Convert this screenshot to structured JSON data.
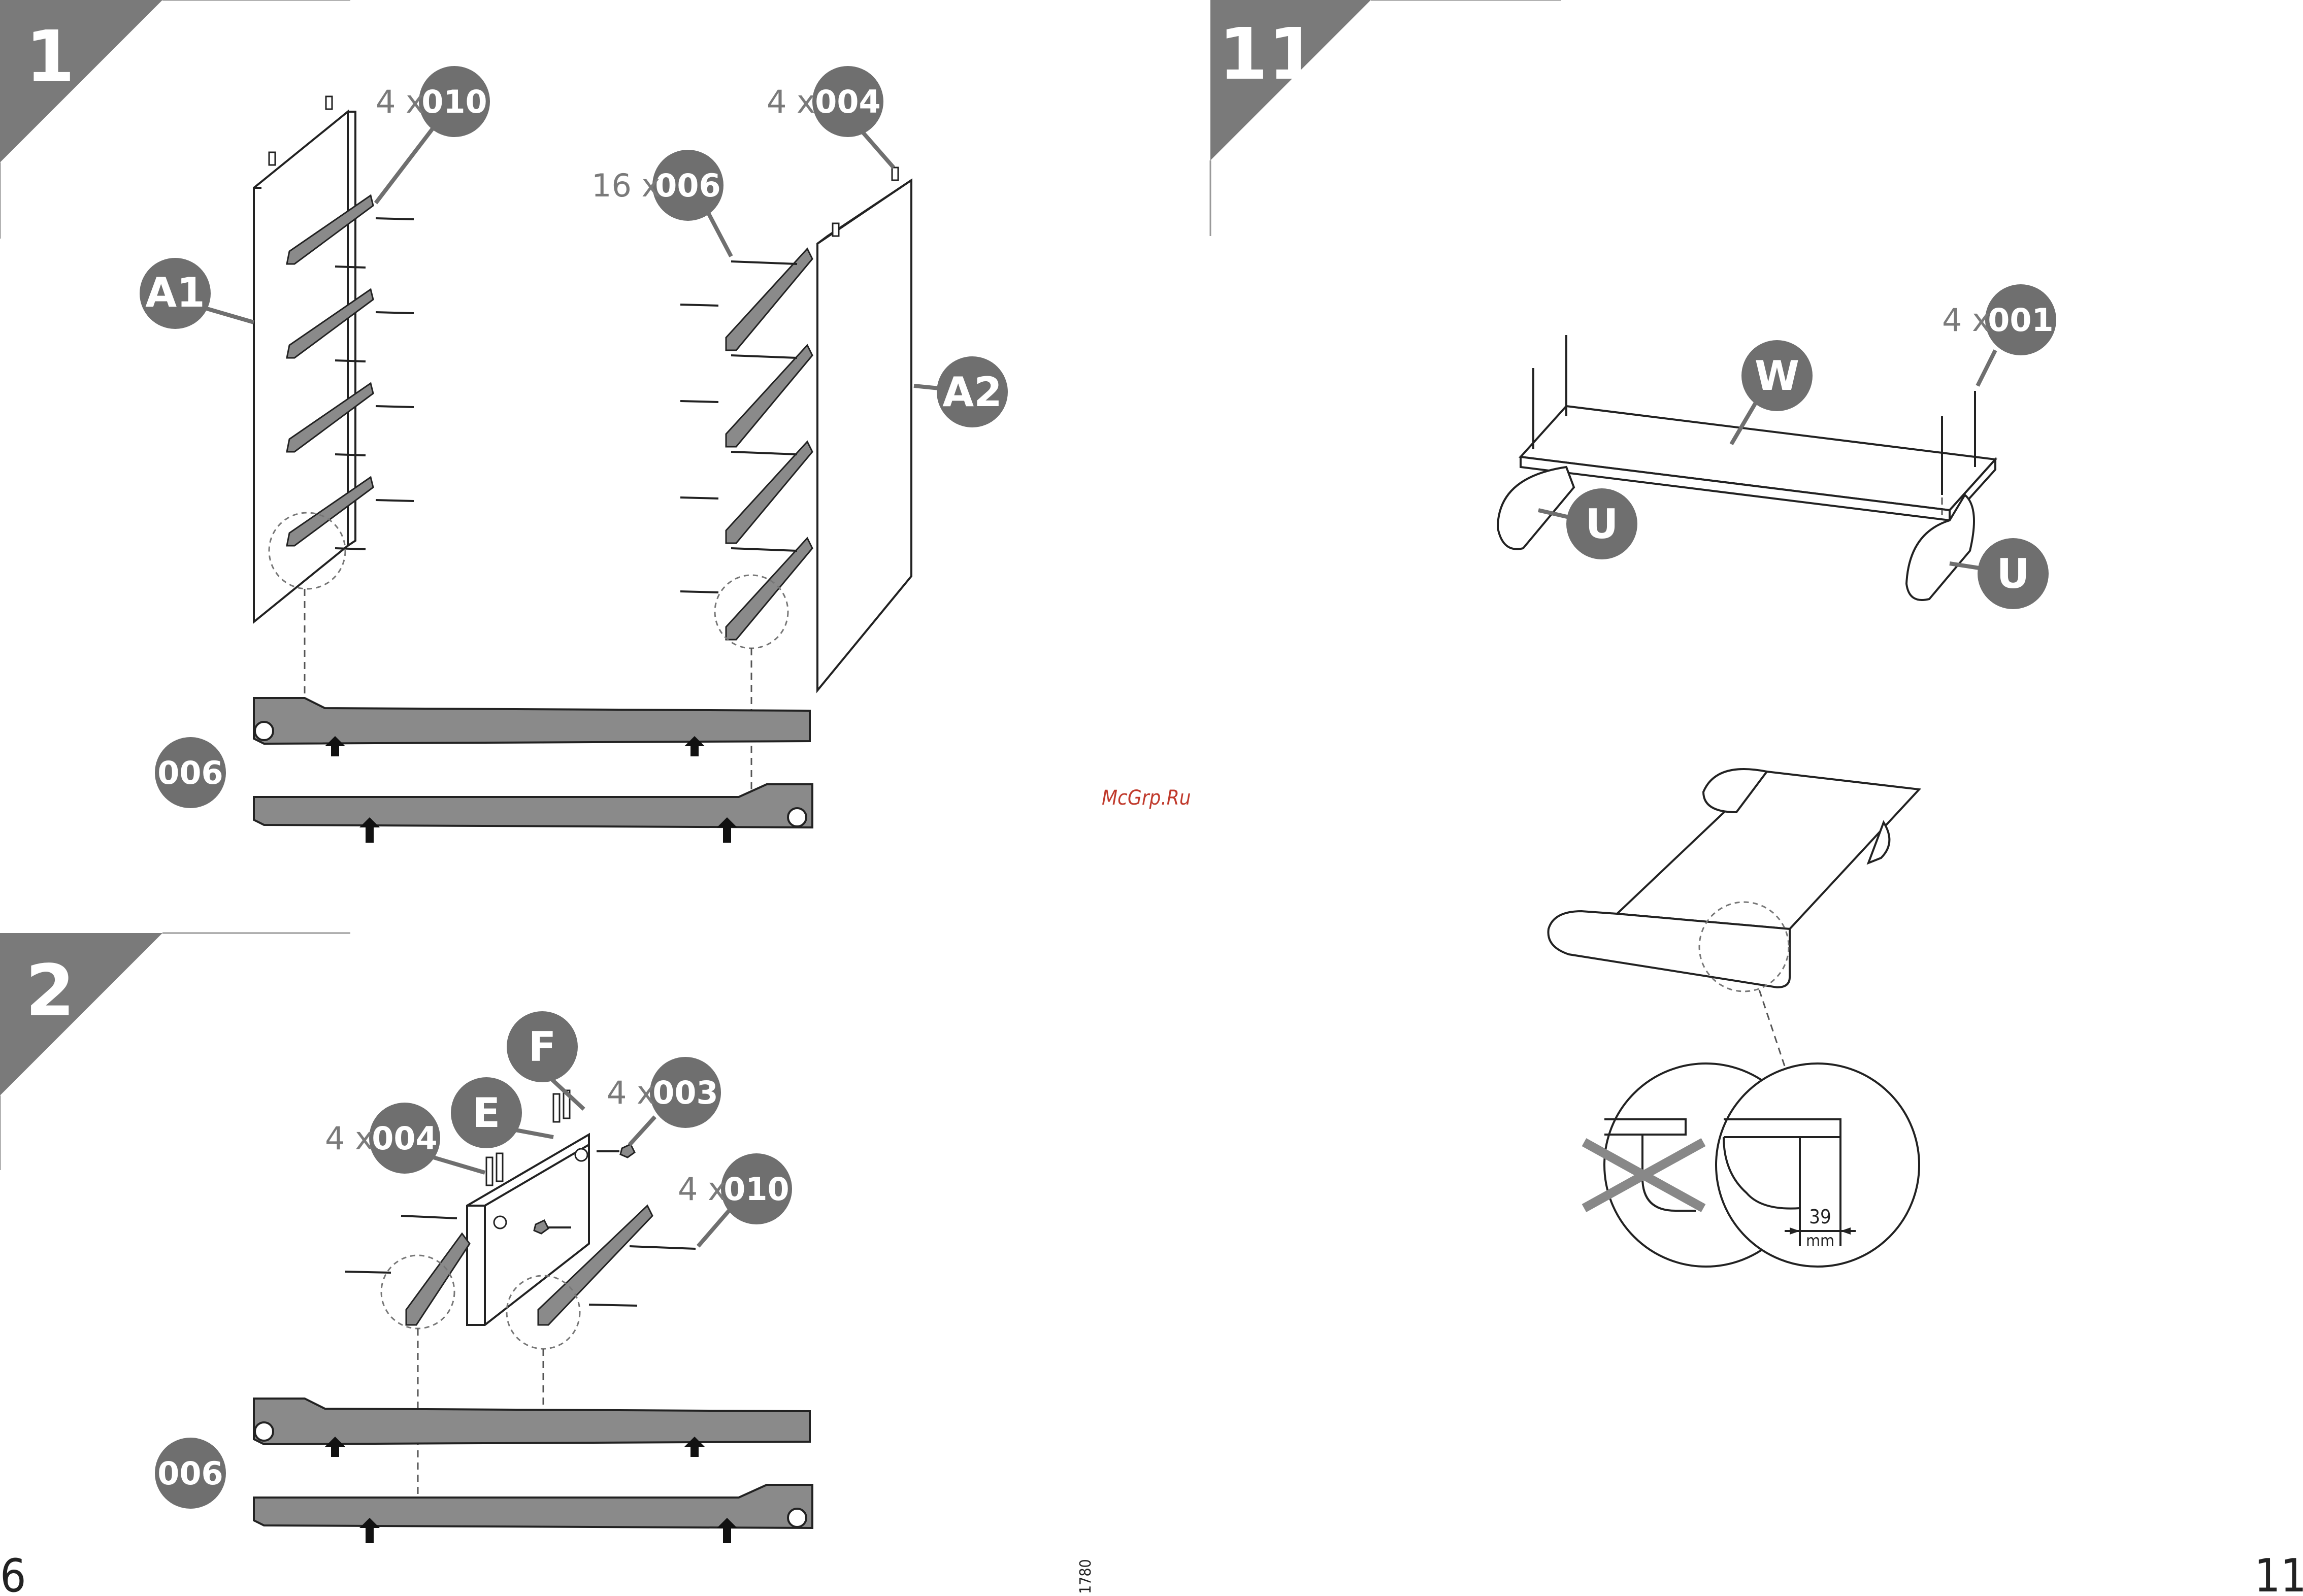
{
  "steps": [
    {
      "number": "1"
    },
    {
      "number": "11"
    },
    {
      "number": "2"
    }
  ],
  "step1": {
    "part_a1": "A1",
    "part_a2": "A2",
    "screws_010_qty": "4 x",
    "screws_010_code": "010",
    "dowels_004_qty": "4 x",
    "dowels_004_code": "004",
    "screws_006_qty": "16 x",
    "screws_006_code": "006",
    "rail_code": "006"
  },
  "step2": {
    "part_f": "F",
    "part_e": "E",
    "dowels_004_qty": "4 x",
    "dowels_004_code": "004",
    "cams_003_qty": "4 x",
    "cams_003_code": "003",
    "screws_010_qty": "4 x",
    "screws_010_code": "010",
    "rail_code": "006"
  },
  "step11": {
    "part_w": "W",
    "part_u_left": "U",
    "part_u_right": "U",
    "screws_001_qty": "4 x",
    "screws_001_code": "001",
    "dimension_value": "39",
    "dimension_unit": "mm"
  },
  "watermark": "McGrp.Ru",
  "footer": {
    "page_left": "6",
    "page_center": "1780",
    "page_right": "11"
  },
  "colors": {
    "badge_fill": "#6f6f6f",
    "step_tab_fill": "#7a7a7a",
    "rail_fill": "#8a8a8a",
    "watermark": "#c0392b"
  }
}
